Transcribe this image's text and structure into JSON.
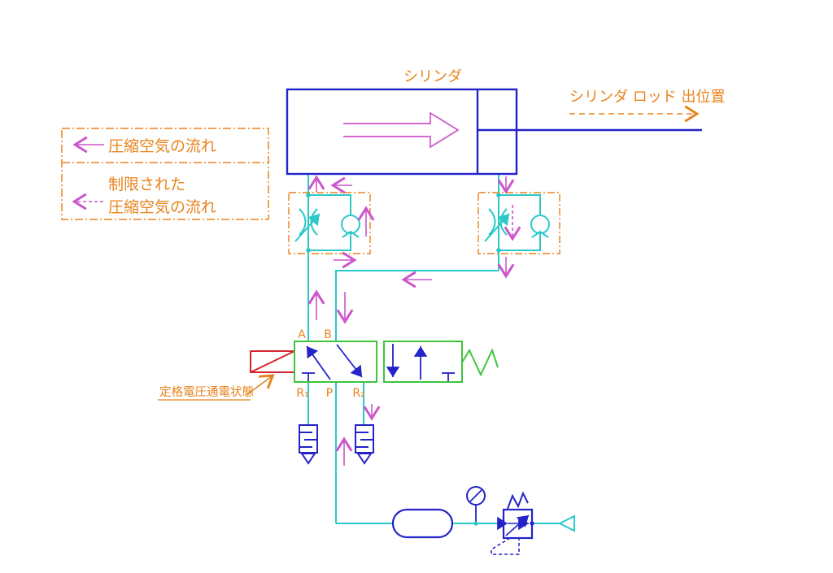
{
  "labels": {
    "cylinder_title": "シリンダ",
    "rod_position": "シリンダ ロッド 出位置",
    "solenoid_state": "定格電圧通電状態"
  },
  "legend": {
    "row1": "圧縮空気の流れ",
    "row2_line1": "制限された",
    "row2_line2": "圧縮空気の流れ"
  },
  "valve_ports": {
    "a": "A",
    "b": "B",
    "r1": "R₁",
    "p": "P",
    "r2": "R₂"
  },
  "colors": {
    "pneumatic_blue": "#2323c8",
    "tubing_cyan": "#2cc8c8",
    "flow_magenta": "#cc55cc",
    "annotation_orange": "#e8831c",
    "valve_green": "#3ec53e",
    "solenoid_red": "#d42432"
  }
}
